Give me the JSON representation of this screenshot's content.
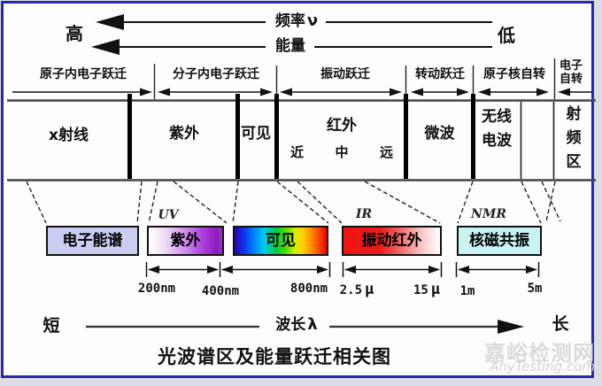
{
  "header": {
    "high": "高",
    "low": "低",
    "frequency_label": "频率",
    "frequency_symbol": "ν",
    "energy_label": "能量"
  },
  "transitions": {
    "items": [
      {
        "label": "原子内电子跃迁"
      },
      {
        "label": "分子内电子跃迁"
      },
      {
        "label": "振动跃迁"
      },
      {
        "label": "转动跃迁"
      },
      {
        "label": "原子核自转"
      },
      {
        "label": "电子自转"
      }
    ]
  },
  "spectrum": {
    "cells": [
      {
        "label": "x射线"
      },
      {
        "label": "紫外"
      },
      {
        "label": "可见"
      },
      {
        "label": "红外",
        "sub": [
          "近",
          "中",
          "远"
        ]
      },
      {
        "label": "微波"
      },
      {
        "label": "无线电波"
      },
      {
        "label": "射频区"
      }
    ]
  },
  "detail": {
    "boxes": [
      {
        "tag": "",
        "label": "电子能谱",
        "bg": "#c9cdf1"
      },
      {
        "tag": "UV",
        "label": "紫外",
        "bg": "gradient-white-purple"
      },
      {
        "tag": "",
        "label": "可见",
        "bg": "gradient-rainbow"
      },
      {
        "tag": "IR",
        "label": "振动红外",
        "bg": "gradient-red-white"
      },
      {
        "tag": "NMR",
        "label": "核磁共振",
        "bg": "#c9f3f3"
      }
    ]
  },
  "scale": {
    "ticks": [
      {
        "value": "200",
        "unit": "nm"
      },
      {
        "value": "400",
        "unit": "nm"
      },
      {
        "value": "800",
        "unit": "nm"
      },
      {
        "value": "2.5",
        "unit": "μ"
      },
      {
        "value": "15",
        "unit": "μ"
      },
      {
        "value": "1",
        "unit": "m"
      },
      {
        "value": "5",
        "unit": "m"
      }
    ]
  },
  "wavelength": {
    "short": "短",
    "label": "波长",
    "symbol": "λ",
    "long": "长"
  },
  "title": "光波谱区及能量跃迁相关图",
  "watermark": {
    "site_cn": "嘉峪检测网",
    "site_en": "AnyTesting.com"
  },
  "colors": {
    "frame_border": "#2a2aa3",
    "electron_box_bg": "#c9cdf1",
    "nmr_box_bg": "#c9f3f3",
    "watermark": "#dbdbdb"
  }
}
